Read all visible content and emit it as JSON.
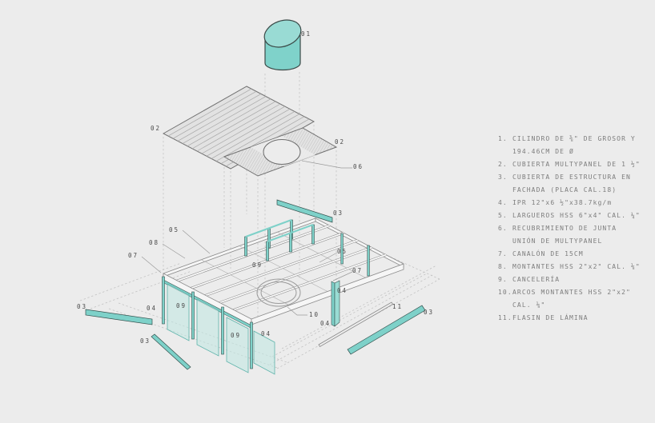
{
  "colors": {
    "background": "#ececec",
    "teal": "#7ed1c9",
    "teal_light": "#9adcd4",
    "glass": "#bfe7e2",
    "panel_fill": "#e3e3e3",
    "line_gray": "#8a8a8a",
    "dash_gray": "#c3c3c3",
    "label_text": "#4b4b4b",
    "legend_text": "#7d7d7d"
  },
  "callouts": [
    {
      "label": "01"
    },
    {
      "label": "02"
    },
    {
      "label": "02"
    },
    {
      "label": "06"
    },
    {
      "label": "03"
    },
    {
      "label": "05"
    },
    {
      "label": "08"
    },
    {
      "label": "07"
    },
    {
      "label": "05"
    },
    {
      "label": "07"
    },
    {
      "label": "04"
    },
    {
      "label": "03"
    },
    {
      "label": "04"
    },
    {
      "label": "09"
    },
    {
      "label": "09"
    },
    {
      "label": "04"
    },
    {
      "label": "10"
    },
    {
      "label": "09"
    },
    {
      "label": "04"
    },
    {
      "label": "11"
    },
    {
      "label": "03"
    },
    {
      "label": "03"
    }
  ],
  "legend": {
    "items": [
      {
        "num": "1.",
        "text": "CILINDRO DE ⅜\" DE GROSOR Y 194.46CM DE Ø"
      },
      {
        "num": "2.",
        "text": "CUBIERTA MULTYPANEL DE 1 ½\""
      },
      {
        "num": "3.",
        "text": "CUBIERTA DE ESTRUCTURA EN FACHADA (PLACA CAL.18)"
      },
      {
        "num": "4.",
        "text": "IPR 12\"x6 ½\"x38.7kg/m"
      },
      {
        "num": "5.",
        "text": "LARGUEROS HSS 6\"x4\" CAL. ¼\""
      },
      {
        "num": "6.",
        "text": "RECUBRIMIENTO DE JUNTA UNIÓN DE MULTYPANEL"
      },
      {
        "num": "7.",
        "text": "CANALÓN DE 15CM"
      },
      {
        "num": "8.",
        "text": "MONTANTES HSS 2\"x2\" CAL. ⅛\""
      },
      {
        "num": "9.",
        "text": "CANCELERÍA"
      },
      {
        "num": "10.",
        "text": "ARCOS MONTANTES HSS 2\"x2\" CAL. ⅛\""
      },
      {
        "num": "11.",
        "text": "FLASIN DE LÁMINA"
      }
    ]
  }
}
